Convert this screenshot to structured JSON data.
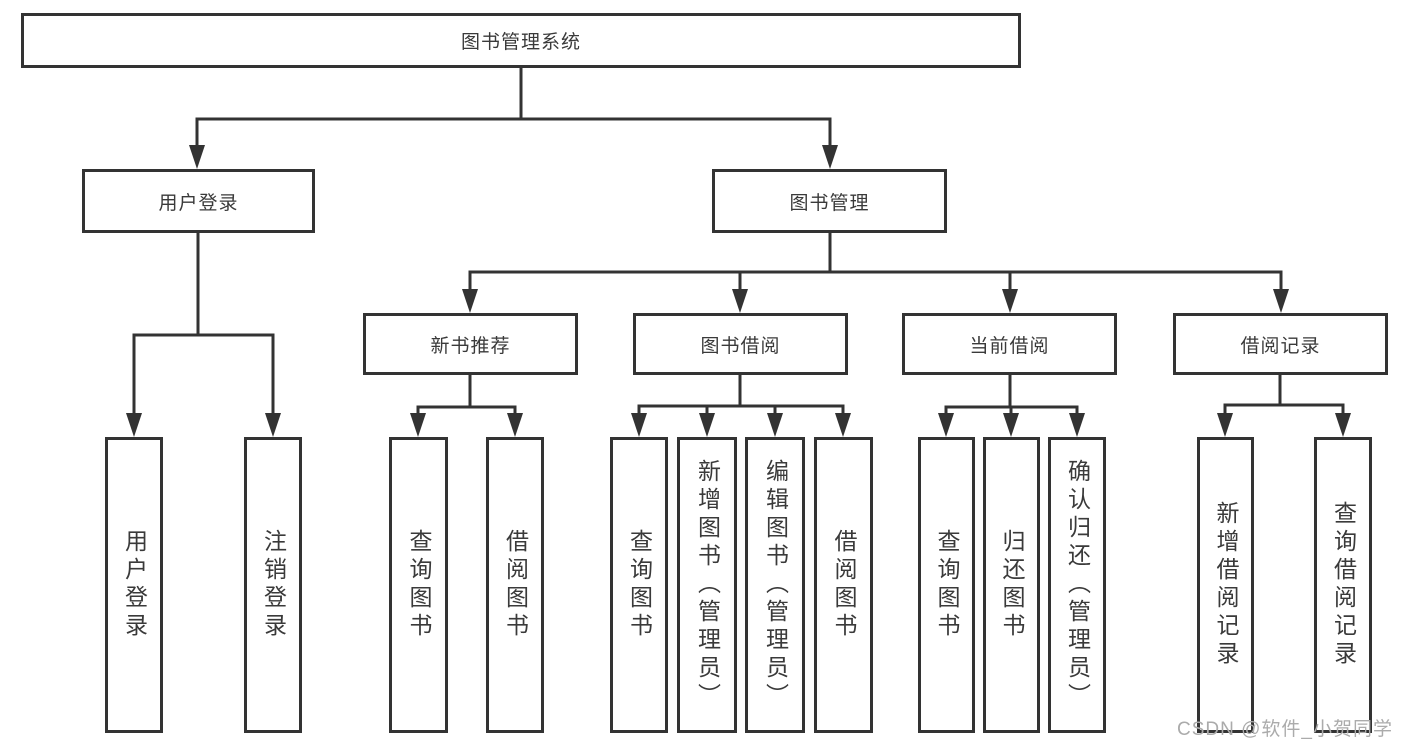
{
  "diagram": {
    "watermark": "CSDN @软件_小贺同学",
    "colors": {
      "line": "#333333",
      "box_border": "#333333",
      "text": "#3a3a3a",
      "watermark": "#ababab",
      "background": "#ffffff"
    },
    "nodes": {
      "root": "图书管理系统",
      "user_login": "用户登录",
      "book_mgmt": "图书管理",
      "new_book_rec": "新书推荐",
      "book_borrow": "图书借阅",
      "current_borrow": "当前借阅",
      "borrow_records": "借阅记录",
      "leaf_user_login": "用户登录",
      "leaf_logout": "注销登录",
      "leaf_query_books_rec": "查询图书",
      "leaf_borrow_books_rec": "借阅图书",
      "leaf_query_books_borrow": "查询图书",
      "leaf_add_books": "新增图书（管理员）",
      "leaf_edit_books": "编辑图书（管理员）",
      "leaf_borrow_books_borrow": "借阅图书",
      "leaf_query_books_current": "查询图书",
      "leaf_return_books": "归还图书",
      "leaf_confirm_return": "确认归还（管理员）",
      "leaf_add_borrow_record": "新增借阅记录",
      "leaf_query_borrow_record": "查询借阅记录"
    },
    "hierarchy": {
      "图书管理系统": {
        "用户登录": [
          "用户登录",
          "注销登录"
        ],
        "图书管理": {
          "新书推荐": [
            "查询图书",
            "借阅图书"
          ],
          "图书借阅": [
            "查询图书",
            "新增图书（管理员）",
            "编辑图书（管理员）",
            "借阅图书"
          ],
          "当前借阅": [
            "查询图书",
            "归还图书",
            "确认归还（管理员）"
          ],
          "借阅记录": [
            "新增借阅记录",
            "查询借阅记录"
          ]
        }
      }
    }
  }
}
